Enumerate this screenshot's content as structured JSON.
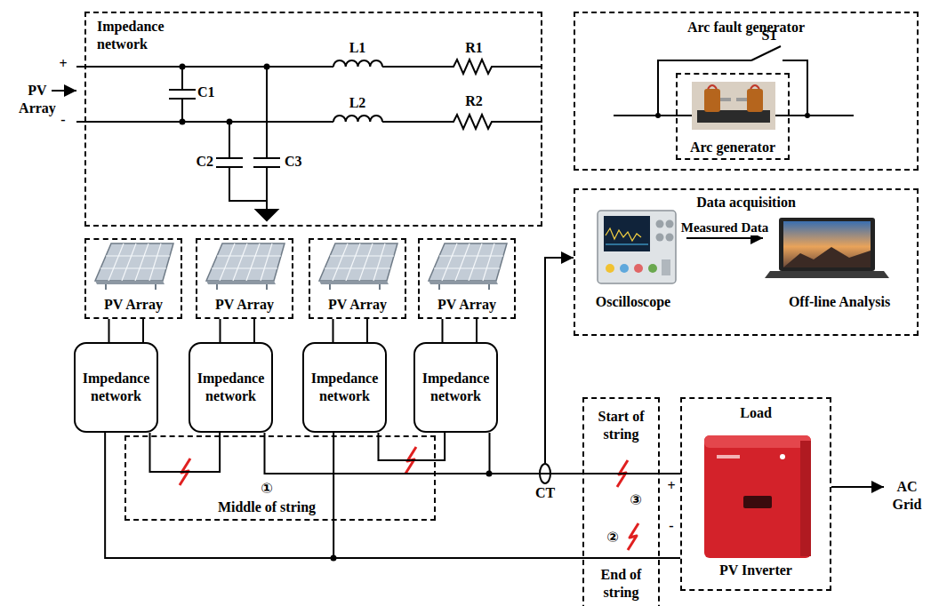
{
  "diagram": {
    "nodes": [
      {
        "text": [
          "Impedance network"
        ]
      },
      {
        "text": [
          "Arc fault generator"
        ]
      },
      {
        "text": [
          "Arc generator"
        ],
        "in": 1
      },
      {
        "text": [
          "Data acquisition"
        ]
      },
      {
        "text": [
          "Oscilloscope"
        ],
        "in": 3
      },
      {
        "text": [
          "Off-line Analysis"
        ],
        "in": 3
      },
      {
        "text": [
          "PV Array"
        ]
      },
      {
        "text": [
          "PV Array"
        ]
      },
      {
        "text": [
          "PV Array"
        ]
      },
      {
        "text": [
          "PV Array"
        ]
      },
      {
        "text": [
          "Impedance network"
        ]
      },
      {
        "text": [
          "Impedance network"
        ]
      },
      {
        "text": [
          "Impedance network"
        ]
      },
      {
        "text": [
          "Impedance network"
        ]
      },
      {
        "text": [
          "①",
          "Middle of string"
        ]
      },
      {
        "text": [
          "Start of string",
          "③",
          "②",
          "End of string"
        ]
      },
      {
        "text": [
          "Load",
          "PV Inverter"
        ]
      },
      {
        "text": [
          "CT"
        ]
      }
    ],
    "edges": [
      {
        "from": 6,
        "to": 10,
        "arrow": "none"
      },
      {
        "from": 6,
        "to": 10,
        "arrow": "none"
      },
      {
        "from": 7,
        "to": 11,
        "arrow": "none"
      },
      {
        "from": 7,
        "to": 11,
        "arrow": "none"
      },
      {
        "from": 8,
        "to": 12,
        "arrow": "none"
      },
      {
        "from": 8,
        "to": 12,
        "arrow": "none"
      },
      {
        "from": 9,
        "to": 13,
        "arrow": "none"
      },
      {
        "from": 9,
        "to": 13,
        "arrow": "none"
      },
      {
        "from": 4,
        "to": 5,
        "label": "Measured Data",
        "arrow": "to"
      },
      {
        "from": 10,
        "to": 11,
        "arrow": "none"
      },
      {
        "from": 12,
        "to": 13,
        "arrow": "none"
      },
      {
        "from": 11,
        "to": 17,
        "arrow": "none"
      },
      {
        "from": 13,
        "to": 17,
        "arrow": "none"
      },
      {
        "from": 17,
        "to": 16,
        "arrow": "none"
      },
      {
        "from": 10,
        "to": 16,
        "arrow": "none"
      },
      {
        "from": 12,
        "to": 16,
        "arrow": "none"
      },
      {
        "from": 17,
        "to": 3,
        "arrow": "to"
      }
    ],
    "labels": [
      "+",
      "PV Array",
      "-",
      "C1",
      "L1",
      "R1",
      "L2",
      "R2",
      "C2",
      "C3",
      "S1",
      "+",
      "-",
      "AC Grid"
    ]
  }
}
